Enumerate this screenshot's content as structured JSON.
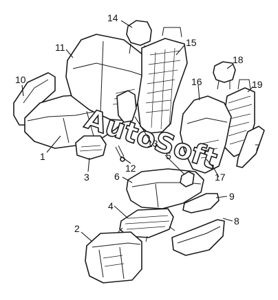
{
  "diagram": {
    "watermark": "AutoSoft",
    "callouts": [
      "1",
      "2",
      "3",
      "4",
      "5",
      "6",
      "7",
      "8",
      "9",
      "10",
      "11",
      "12",
      "13",
      "14",
      "15",
      "16",
      "17",
      "18",
      "19"
    ]
  },
  "colors": {
    "line": "#1a1a1a",
    "background": "#ffffff"
  }
}
